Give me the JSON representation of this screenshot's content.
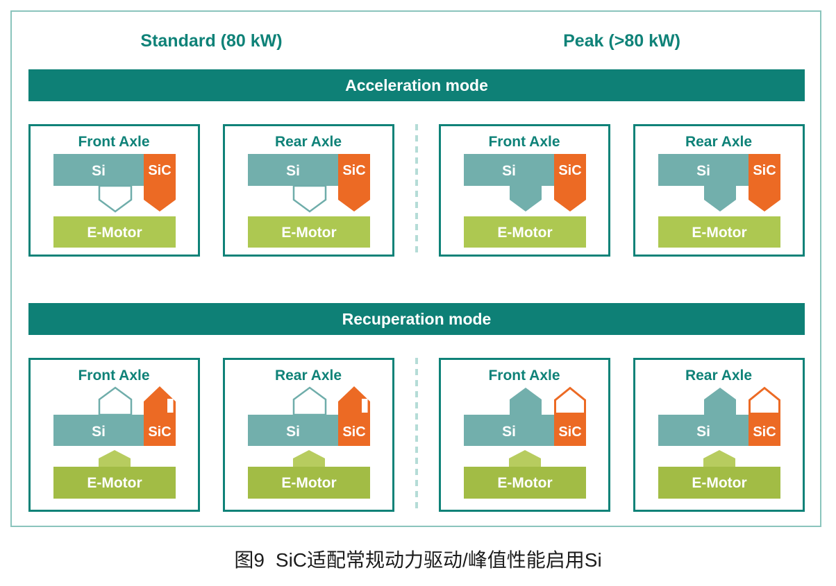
{
  "figure": {
    "caption_prefix": "图9",
    "caption": "SiC适配常规动力驱动/峰值性能启用Si"
  },
  "column_headers": {
    "standard": "Standard (80 kW)",
    "peak": "Peak (>80 kW)"
  },
  "block_labels": {
    "si": "Si",
    "sic": "SiC",
    "emotor": "E-Motor"
  },
  "modes": [
    {
      "banner": "Acceleration mode",
      "boxes": [
        {
          "title": "Front Axle",
          "column": "standard",
          "si_arrow": "outline-down",
          "sic_arrow": "filled-down",
          "emotor_arrow": "none"
        },
        {
          "title": "Rear Axle",
          "column": "standard",
          "si_arrow": "outline-down",
          "sic_arrow": "filled-down",
          "emotor_arrow": "none"
        },
        {
          "title": "Front Axle",
          "column": "peak",
          "si_arrow": "filled-down",
          "sic_arrow": "filled-down",
          "emotor_arrow": "none"
        },
        {
          "title": "Rear Axle",
          "column": "peak",
          "si_arrow": "filled-down",
          "sic_arrow": "filled-down",
          "emotor_arrow": "none"
        }
      ]
    },
    {
      "banner": "Recuperation mode",
      "boxes": [
        {
          "title": "Front Axle",
          "column": "standard",
          "si_arrow": "outline-up",
          "sic_arrow": "filled-up",
          "emotor_arrow": "filled-up"
        },
        {
          "title": "Rear Axle",
          "column": "standard",
          "si_arrow": "outline-up",
          "sic_arrow": "filled-up",
          "emotor_arrow": "filled-up"
        },
        {
          "title": "Front Axle",
          "column": "peak",
          "si_arrow": "filled-up",
          "sic_arrow": "outline-up",
          "emotor_arrow": "filled-up"
        },
        {
          "title": "Rear Axle",
          "column": "peak",
          "si_arrow": "filled-up",
          "sic_arrow": "outline-up",
          "emotor_arrow": "filled-up"
        }
      ]
    }
  ],
  "colors": {
    "teal_dark": "#0E8076",
    "teal_muted": "#72AFAC",
    "orange": "#EC6A24",
    "green_light": "#ADC851",
    "green_dark": "#A2BC45",
    "green_arrow": "#B7CC5F",
    "divider_dashed": "#B5DCD7",
    "frame_border": "#8AC4BC",
    "caption_text": "#1C1C1C"
  }
}
